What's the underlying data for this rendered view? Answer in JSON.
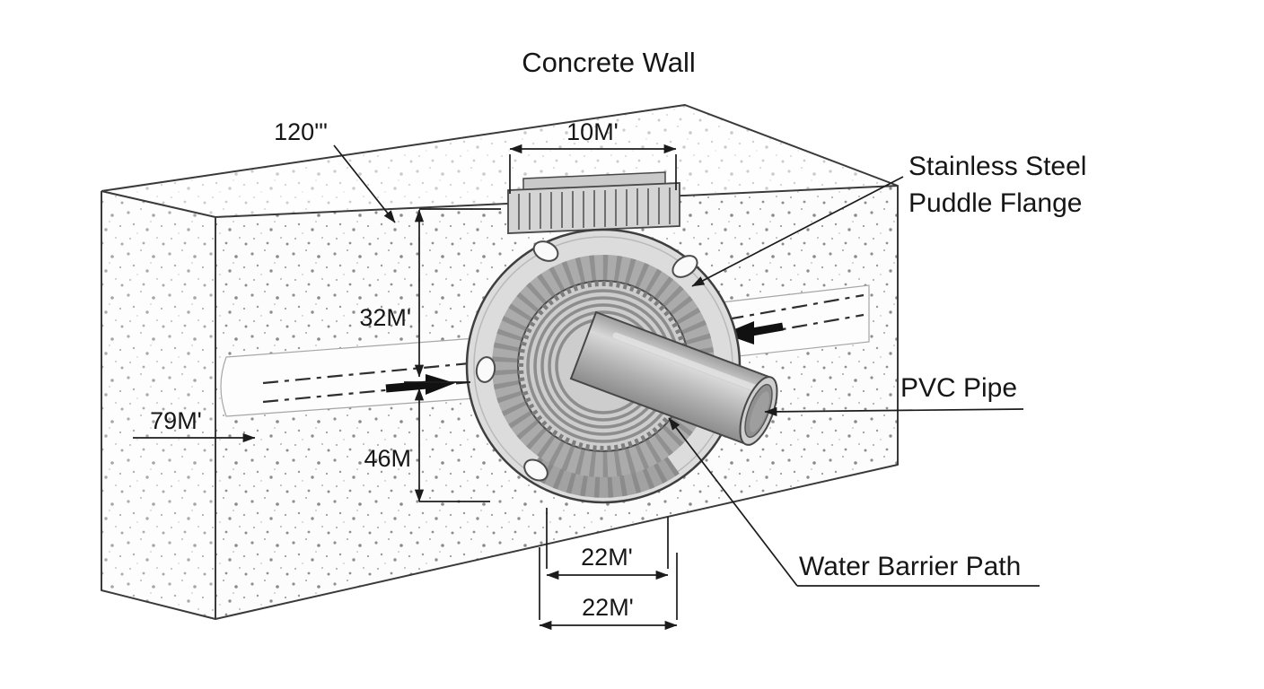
{
  "title": "Concrete Wall",
  "colors": {
    "line": "#1b1b1b",
    "speck": "#8f8f8f",
    "flange_plate": "#dcdcdc",
    "flange_ring": "#ababab",
    "flange_inner": "#cdcdcd",
    "pipe_light": "#d8d8d8",
    "pipe_dark": "#8c8c8c"
  },
  "annotations": {
    "wall_thickness": "120'\"",
    "flange_top_width": "10M'",
    "flange_label_line1": "Stainless Steel",
    "flange_label_line2": "Puddle Flange",
    "upper_height": "32M'",
    "pipe_depth": "79M'",
    "lower_height": "46M",
    "pipe_label": "PVC Pipe",
    "inner_width": "22M'",
    "outer_width": "22M'",
    "water_barrier_label": "Water Barrier Path"
  }
}
